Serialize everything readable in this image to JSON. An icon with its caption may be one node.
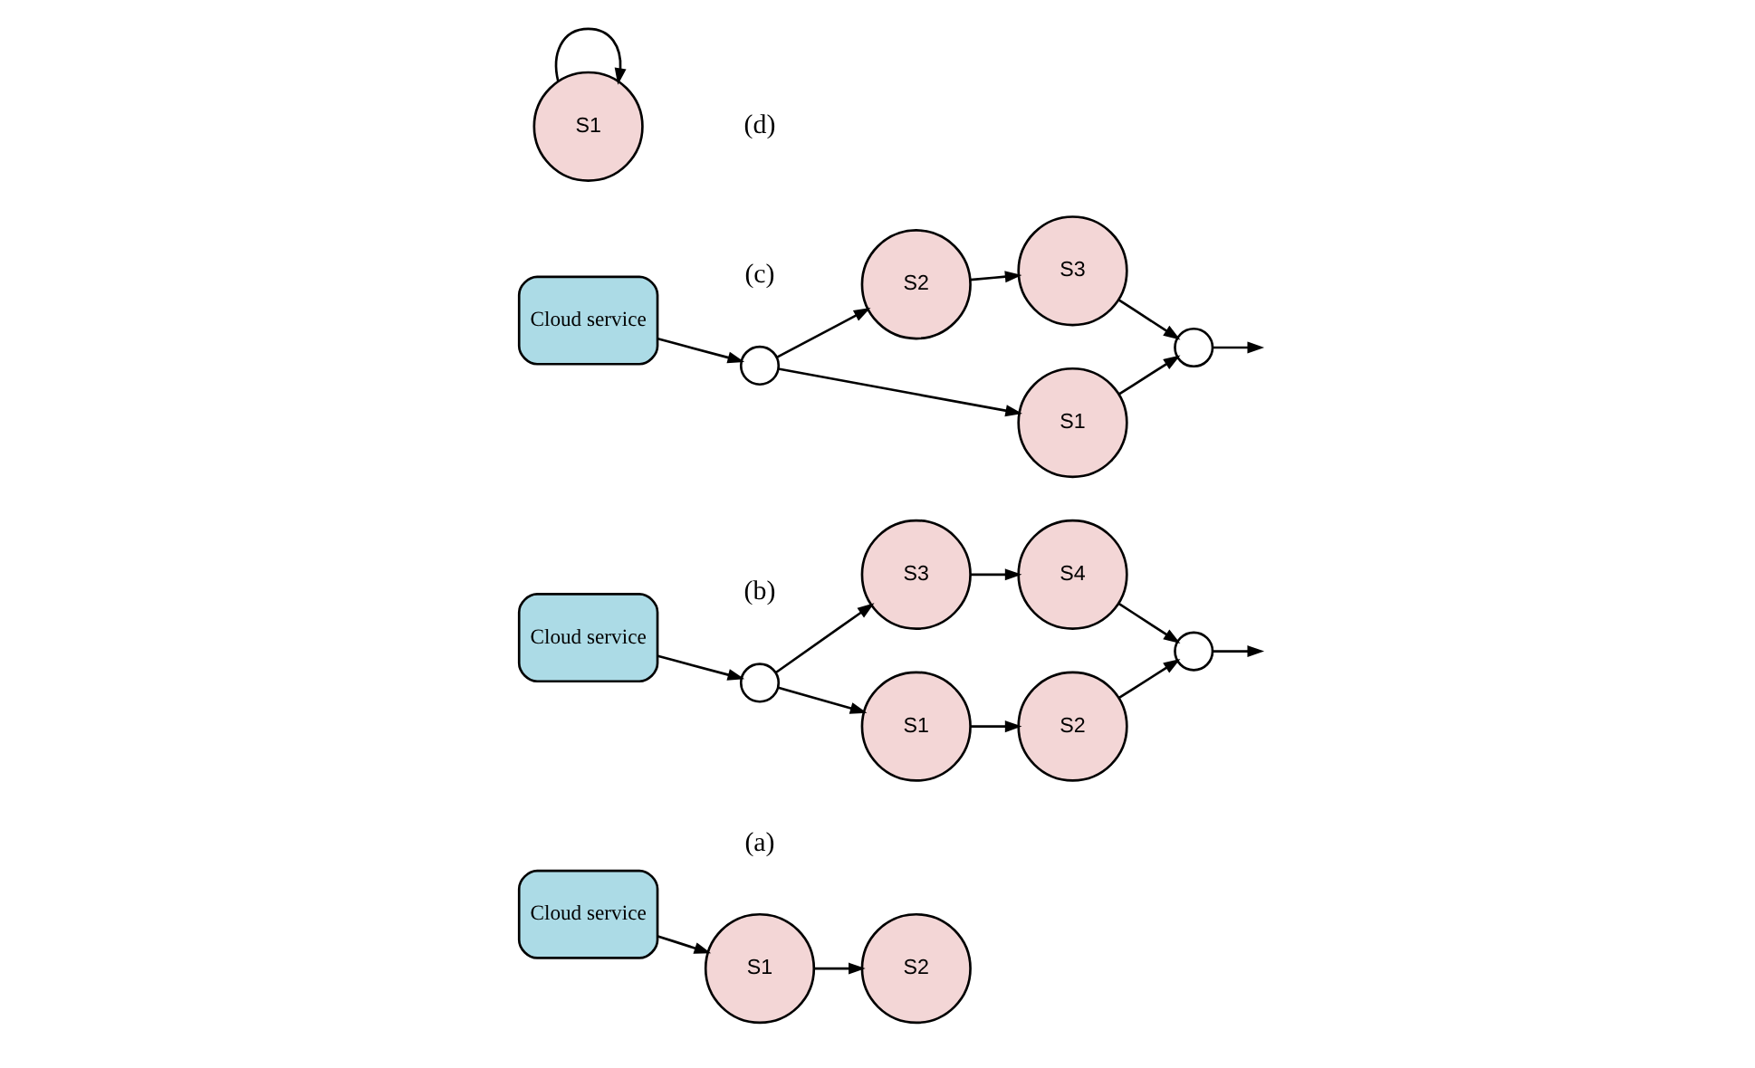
{
  "diagram": {
    "nodes": [
      {
        "text": [
          "Cloud service"
        ]
      },
      {
        "text": [
          "S1"
        ]
      },
      {
        "text": [
          "S2"
        ]
      },
      {
        "text": [
          "Cloud service"
        ]
      },
      {
        "text": [],
        "shape": "circle"
      },
      {
        "text": [
          "S1"
        ]
      },
      {
        "text": [
          "S2"
        ]
      },
      {
        "text": [
          "S3"
        ]
      },
      {
        "text": [
          "S4"
        ]
      },
      {
        "text": [],
        "shape": "circle"
      },
      {
        "text": [
          "Cloud service"
        ]
      },
      {
        "text": [],
        "shape": "circle"
      },
      {
        "text": [
          "S1"
        ]
      },
      {
        "text": [
          "S2"
        ]
      },
      {
        "text": [
          "S3"
        ]
      },
      {
        "text": [],
        "shape": "circle"
      },
      {
        "text": [
          "S1"
        ]
      }
    ],
    "edges": [
      {
        "from": 0,
        "to": 1,
        "arrow": "to"
      },
      {
        "from": 1,
        "to": 2,
        "arrow": "to"
      },
      {
        "from": 3,
        "to": 4,
        "arrow": "to"
      },
      {
        "from": 4,
        "to": 5,
        "arrow": "to"
      },
      {
        "from": 4,
        "to": 7,
        "arrow": "to"
      },
      {
        "from": 5,
        "to": 6,
        "arrow": "to"
      },
      {
        "from": 7,
        "to": 8,
        "arrow": "to"
      },
      {
        "from": 6,
        "to": 9,
        "arrow": "to"
      },
      {
        "from": 8,
        "to": 9,
        "arrow": "to"
      },
      {
        "from": 9,
        "to": null,
        "arrow": "to"
      },
      {
        "from": 10,
        "to": 11,
        "arrow": "to"
      },
      {
        "from": 11,
        "to": 12,
        "arrow": "to"
      },
      {
        "from": 11,
        "to": 13,
        "arrow": "to"
      },
      {
        "from": 13,
        "to": 14,
        "arrow": "to"
      },
      {
        "from": 12,
        "to": 15,
        "arrow": "to"
      },
      {
        "from": 14,
        "to": 15,
        "arrow": "to"
      },
      {
        "from": 15,
        "to": null,
        "arrow": "to"
      },
      {
        "from": 16,
        "to": 16,
        "arrow": "to"
      }
    ],
    "labels": [
      "(a)",
      "(b)",
      "(c)",
      "(d)"
    ]
  }
}
